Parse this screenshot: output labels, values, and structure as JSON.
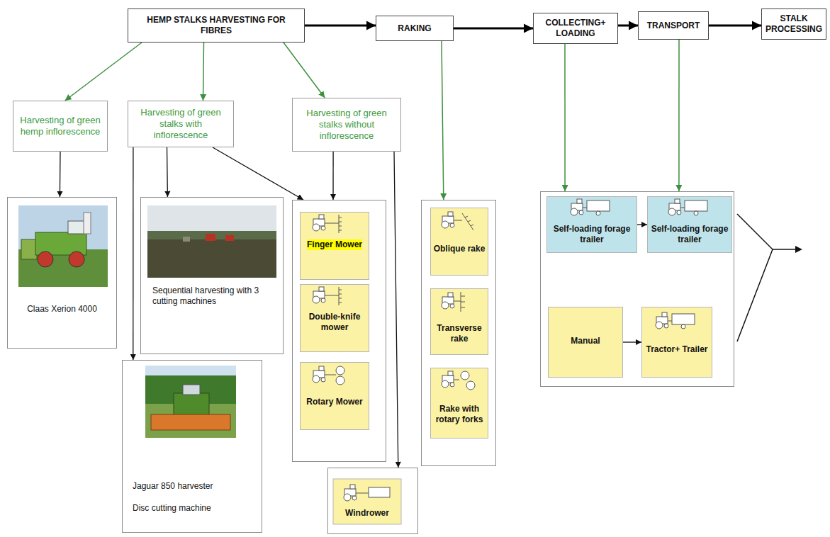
{
  "diagram": {
    "nodes": [
      {
        "text": [
          "HEMP STALKS HARVESTING FOR FIBRES"
        ]
      },
      {
        "text": [
          "RAKING"
        ]
      },
      {
        "text": [
          "COLLECTING+ LOADING"
        ]
      },
      {
        "text": [
          "TRANSPORT"
        ]
      },
      {
        "text": [
          "STALK PROCESSING"
        ]
      },
      {
        "text": [
          "Harvesting of green hemp inflorescence"
        ]
      },
      {
        "text": [
          "Harvesting of green stalks with inflorescence"
        ]
      },
      {
        "text": [
          "Harvesting of green stalks without inflorescence"
        ]
      },
      {
        "text": [
          "Claas Xerion 4000"
        ]
      },
      {
        "text": [
          "Sequential harvesting with 3 cutting machines"
        ]
      },
      {
        "text": [
          "Jaguar 850 harvester",
          "Disc cutting machine"
        ]
      },
      {
        "text": []
      },
      {
        "text": [
          "Finger Mower"
        ],
        "in": 11
      },
      {
        "text": [
          "Double-knife mower"
        ],
        "in": 11
      },
      {
        "text": [
          "Rotary Mower"
        ],
        "in": 11
      },
      {
        "text": [
          "Windrower"
        ]
      },
      {
        "text": []
      },
      {
        "text": [
          "Oblique rake"
        ],
        "in": 16
      },
      {
        "text": [
          "Transverse rake"
        ],
        "in": 16
      },
      {
        "text": [
          "Rake with rotary forks"
        ],
        "in": 16
      },
      {
        "text": []
      },
      {
        "text": [
          "Self-loading forage trailer"
        ],
        "in": 20
      },
      {
        "text": [
          "Self-loading forage trailer"
        ],
        "in": 20
      },
      {
        "text": [
          "Manual"
        ],
        "in": 20
      },
      {
        "text": [
          "Tractor+ Trailer"
        ],
        "in": 20
      }
    ],
    "edges": [
      {
        "from": 0,
        "to": 1,
        "arrow": "to"
      },
      {
        "from": 1,
        "to": 2,
        "arrow": "to"
      },
      {
        "from": 2,
        "to": 3,
        "arrow": "to"
      },
      {
        "from": 3,
        "to": 4,
        "arrow": "to"
      },
      {
        "from": 0,
        "to": 5,
        "arrow": "to"
      },
      {
        "from": 0,
        "to": 6,
        "arrow": "to"
      },
      {
        "from": 0,
        "to": 7,
        "arrow": "to"
      },
      {
        "from": 5,
        "to": 8,
        "arrow": "to"
      },
      {
        "from": 6,
        "to": 9,
        "arrow": "to"
      },
      {
        "from": 6,
        "to": 10,
        "arrow": "to"
      },
      {
        "from": 6,
        "to": 11,
        "arrow": "to"
      },
      {
        "from": 7,
        "to": 11,
        "arrow": "to"
      },
      {
        "from": 7,
        "to": 15,
        "arrow": "to"
      },
      {
        "from": 1,
        "to": 16,
        "arrow": "to"
      },
      {
        "from": 2,
        "to": 20,
        "arrow": "to"
      },
      {
        "from": 3,
        "to": 20,
        "arrow": "to"
      },
      {
        "from": 21,
        "to": 22,
        "arrow": "to"
      },
      {
        "from": 23,
        "to": 24,
        "arrow": "to"
      }
    ]
  }
}
